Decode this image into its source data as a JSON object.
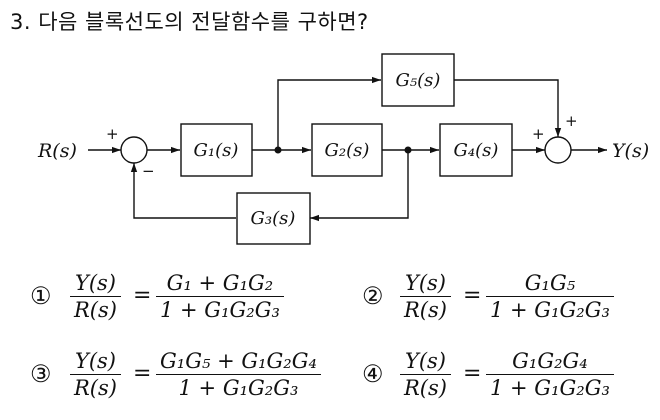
{
  "question": {
    "text": "3. 다음 블록선도의 전달함수를 구하면?"
  },
  "diagram": {
    "input_label": "R(s)",
    "output_label": "Y(s)",
    "sum1_plus": "+",
    "sum1_minus": "−",
    "sum2_plus_left": "+",
    "sum2_plus_top": "+",
    "blocks": {
      "g1": "G₁(s)",
      "g2": "G₂(s)",
      "g3": "G₃(s)",
      "g4": "G₄(s)",
      "g5": "G₅(s)"
    }
  },
  "options": [
    {
      "number": "①",
      "lhs_num": "Y(s)",
      "lhs_den": "R(s)",
      "eq": "=",
      "rhs_num": "G₁ + G₁G₂",
      "rhs_den": "1 + G₁G₂G₃"
    },
    {
      "number": "②",
      "lhs_num": "Y(s)",
      "lhs_den": "R(s)",
      "eq": "=",
      "rhs_num": "G₁G₅",
      "rhs_den": "1 + G₁G₂G₃"
    },
    {
      "number": "③",
      "lhs_num": "Y(s)",
      "lhs_den": "R(s)",
      "eq": "=",
      "rhs_num": "G₁G₅ + G₁G₂G₄",
      "rhs_den": "1 + G₁G₂G₃"
    },
    {
      "number": "④",
      "lhs_num": "Y(s)",
      "lhs_den": "R(s)",
      "eq": "=",
      "rhs_num": "G₁G₂G₄",
      "rhs_den": "1 + G₁G₂G₃"
    }
  ]
}
